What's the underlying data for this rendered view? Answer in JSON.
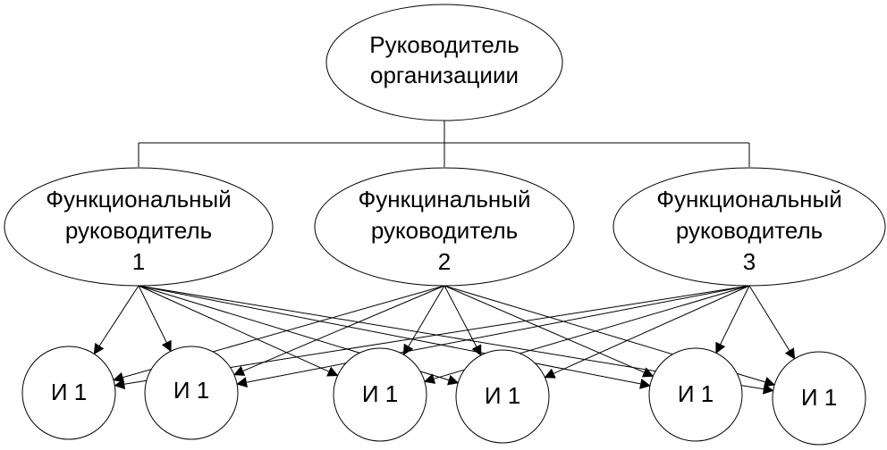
{
  "root": {
    "label_line1": "Руководитель",
    "label_line2": "организациии"
  },
  "managers": [
    {
      "line1": "Функциональный",
      "line2": "руководитель",
      "line3": "1"
    },
    {
      "line1": "Функцинальный",
      "line2": "руководитель",
      "line3": "2"
    },
    {
      "line1": "Функциональный",
      "line2": "руководитель",
      "line3": "3"
    }
  ],
  "executors": [
    {
      "label": "И 1"
    },
    {
      "label": "И 1"
    },
    {
      "label": "И 1"
    },
    {
      "label": "И 1"
    },
    {
      "label": "И 1"
    },
    {
      "label": "И 1"
    }
  ]
}
